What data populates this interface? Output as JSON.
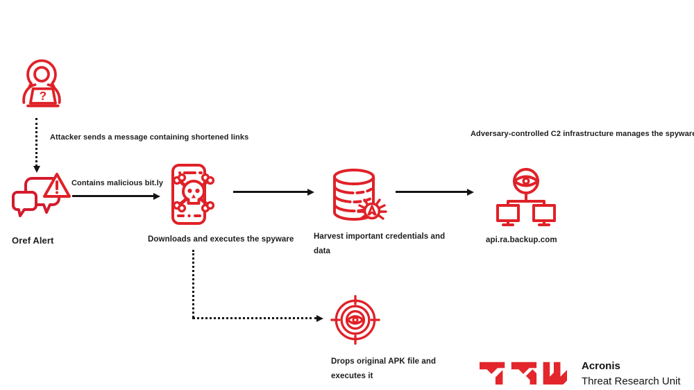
{
  "diagram": {
    "attacker_caption": "Attacker sends a message containing shortened links",
    "oref_label": "Oref Alert",
    "link_label": "Contains malicious bit.ly",
    "phone_label": "Downloads and executes the spyware",
    "harvest_label": "Harvest important credentials and data",
    "c2_caption": "Adversary-controlled C2 infrastructure manages the spyware",
    "c2_label": "api.ra.backup.com",
    "drop_label": "Drops original APK file and executes it"
  },
  "icons": {
    "attacker": "hooded-attacker-laptop-icon",
    "laptop_glyph": "?",
    "oref": "chat-warning-icon",
    "phone": "smartphone-skull-icon",
    "database": "database-bug-icon",
    "c2": "surveillance-network-icon",
    "target": "target-eye-icon",
    "logo": "tru-logo"
  },
  "branding": {
    "company": "Acronis",
    "unit": "Threat Research Unit"
  },
  "colors": {
    "icon_red": "#e02128",
    "bubble_red": "#d31b2d",
    "logo_red": "#e2262b",
    "arrow_black": "#141414",
    "text": "#1c1c1e",
    "background": "#ffffff"
  }
}
